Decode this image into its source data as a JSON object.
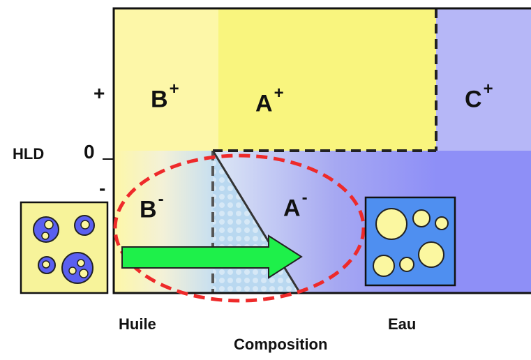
{
  "axes": {
    "y_label": "HLD",
    "y_tick_plus": "+",
    "y_tick_zero": "0",
    "y_tick_minus": "-",
    "x_label": "Composition",
    "x_left_label": "Huile",
    "x_right_label": "Eau"
  },
  "regions": [
    {
      "letter": "B",
      "sign": "+"
    },
    {
      "letter": "A",
      "sign": "+"
    },
    {
      "letter": "C",
      "sign": "+"
    },
    {
      "letter": "B",
      "sign": "-"
    },
    {
      "letter": "A",
      "sign": "-"
    }
  ],
  "colors": {
    "region_b_plus": "#fdf7a8",
    "region_a_plus": "#f9f57e",
    "region_c_plus": "#b6b7f7",
    "region_minus": "#8e8ff7",
    "inset_left_bg": "#f7f39a",
    "inset_right_bg": "#4f8ff0",
    "droplet_blue": "#5a5ff0",
    "droplet_yellow": "#fbf7a0",
    "arrow_green": "#1ef04a",
    "ellipse_red": "#ee2a2a"
  },
  "icons": {
    "left_inset": "water-in-oil-emulsion-icon",
    "right_inset": "oil-in-water-emulsion-icon",
    "arrow": "inversion-arrow-icon"
  }
}
